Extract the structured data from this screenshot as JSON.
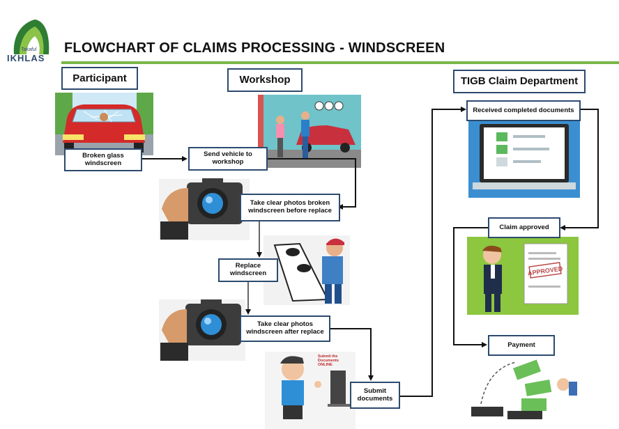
{
  "logo": {
    "small_text": "Takaful",
    "brand": "IKHLAS"
  },
  "title": "FLOWCHART OF CLAIMS PROCESSING - WINDSCREEN",
  "columns": {
    "participant": "Participant",
    "workshop": "Workshop",
    "tigb": "TIGB Claim Department"
  },
  "steps": {
    "broken_glass": "Broken glass windscreen",
    "send_vehicle": "Send vehicle to workshop",
    "photos_before": "Take clear photos broken windscreen before replace",
    "replace": "Replace windscreen",
    "photos_after": "Take clear photos windscreen after replace",
    "submit": "Submit documents",
    "received": "Received completed documents",
    "approved": "Claim approved",
    "payment": "Payment"
  },
  "illustrations": {
    "submit_online_text": "Submit the Documents ONLINE",
    "approved_stamp": "APPROVED"
  },
  "colors": {
    "accent": "#7ab648",
    "box_border": "#2c4a6e",
    "arrow": "#111111"
  }
}
